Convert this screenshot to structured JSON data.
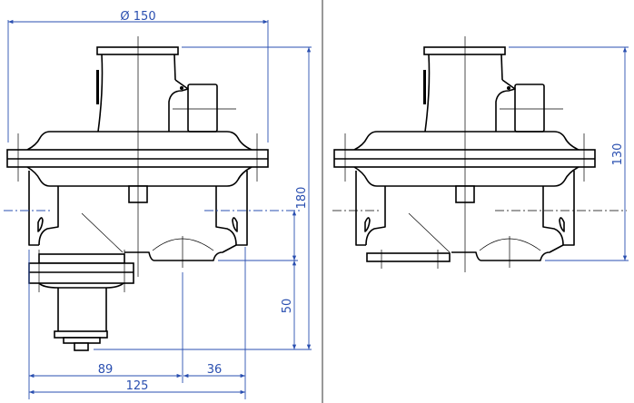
{
  "drawing": {
    "left_view": {
      "dimensions": {
        "diameter": "Ø 150",
        "height_total": "180",
        "height_outlet": "50",
        "width_left": "89",
        "width_right": "36",
        "width_total": "125"
      }
    },
    "right_view": {
      "dimensions": {
        "height_total": "130"
      }
    },
    "colors": {
      "outline": "#000000",
      "dimension": "#2a4fb0",
      "divider": "#555555"
    }
  }
}
